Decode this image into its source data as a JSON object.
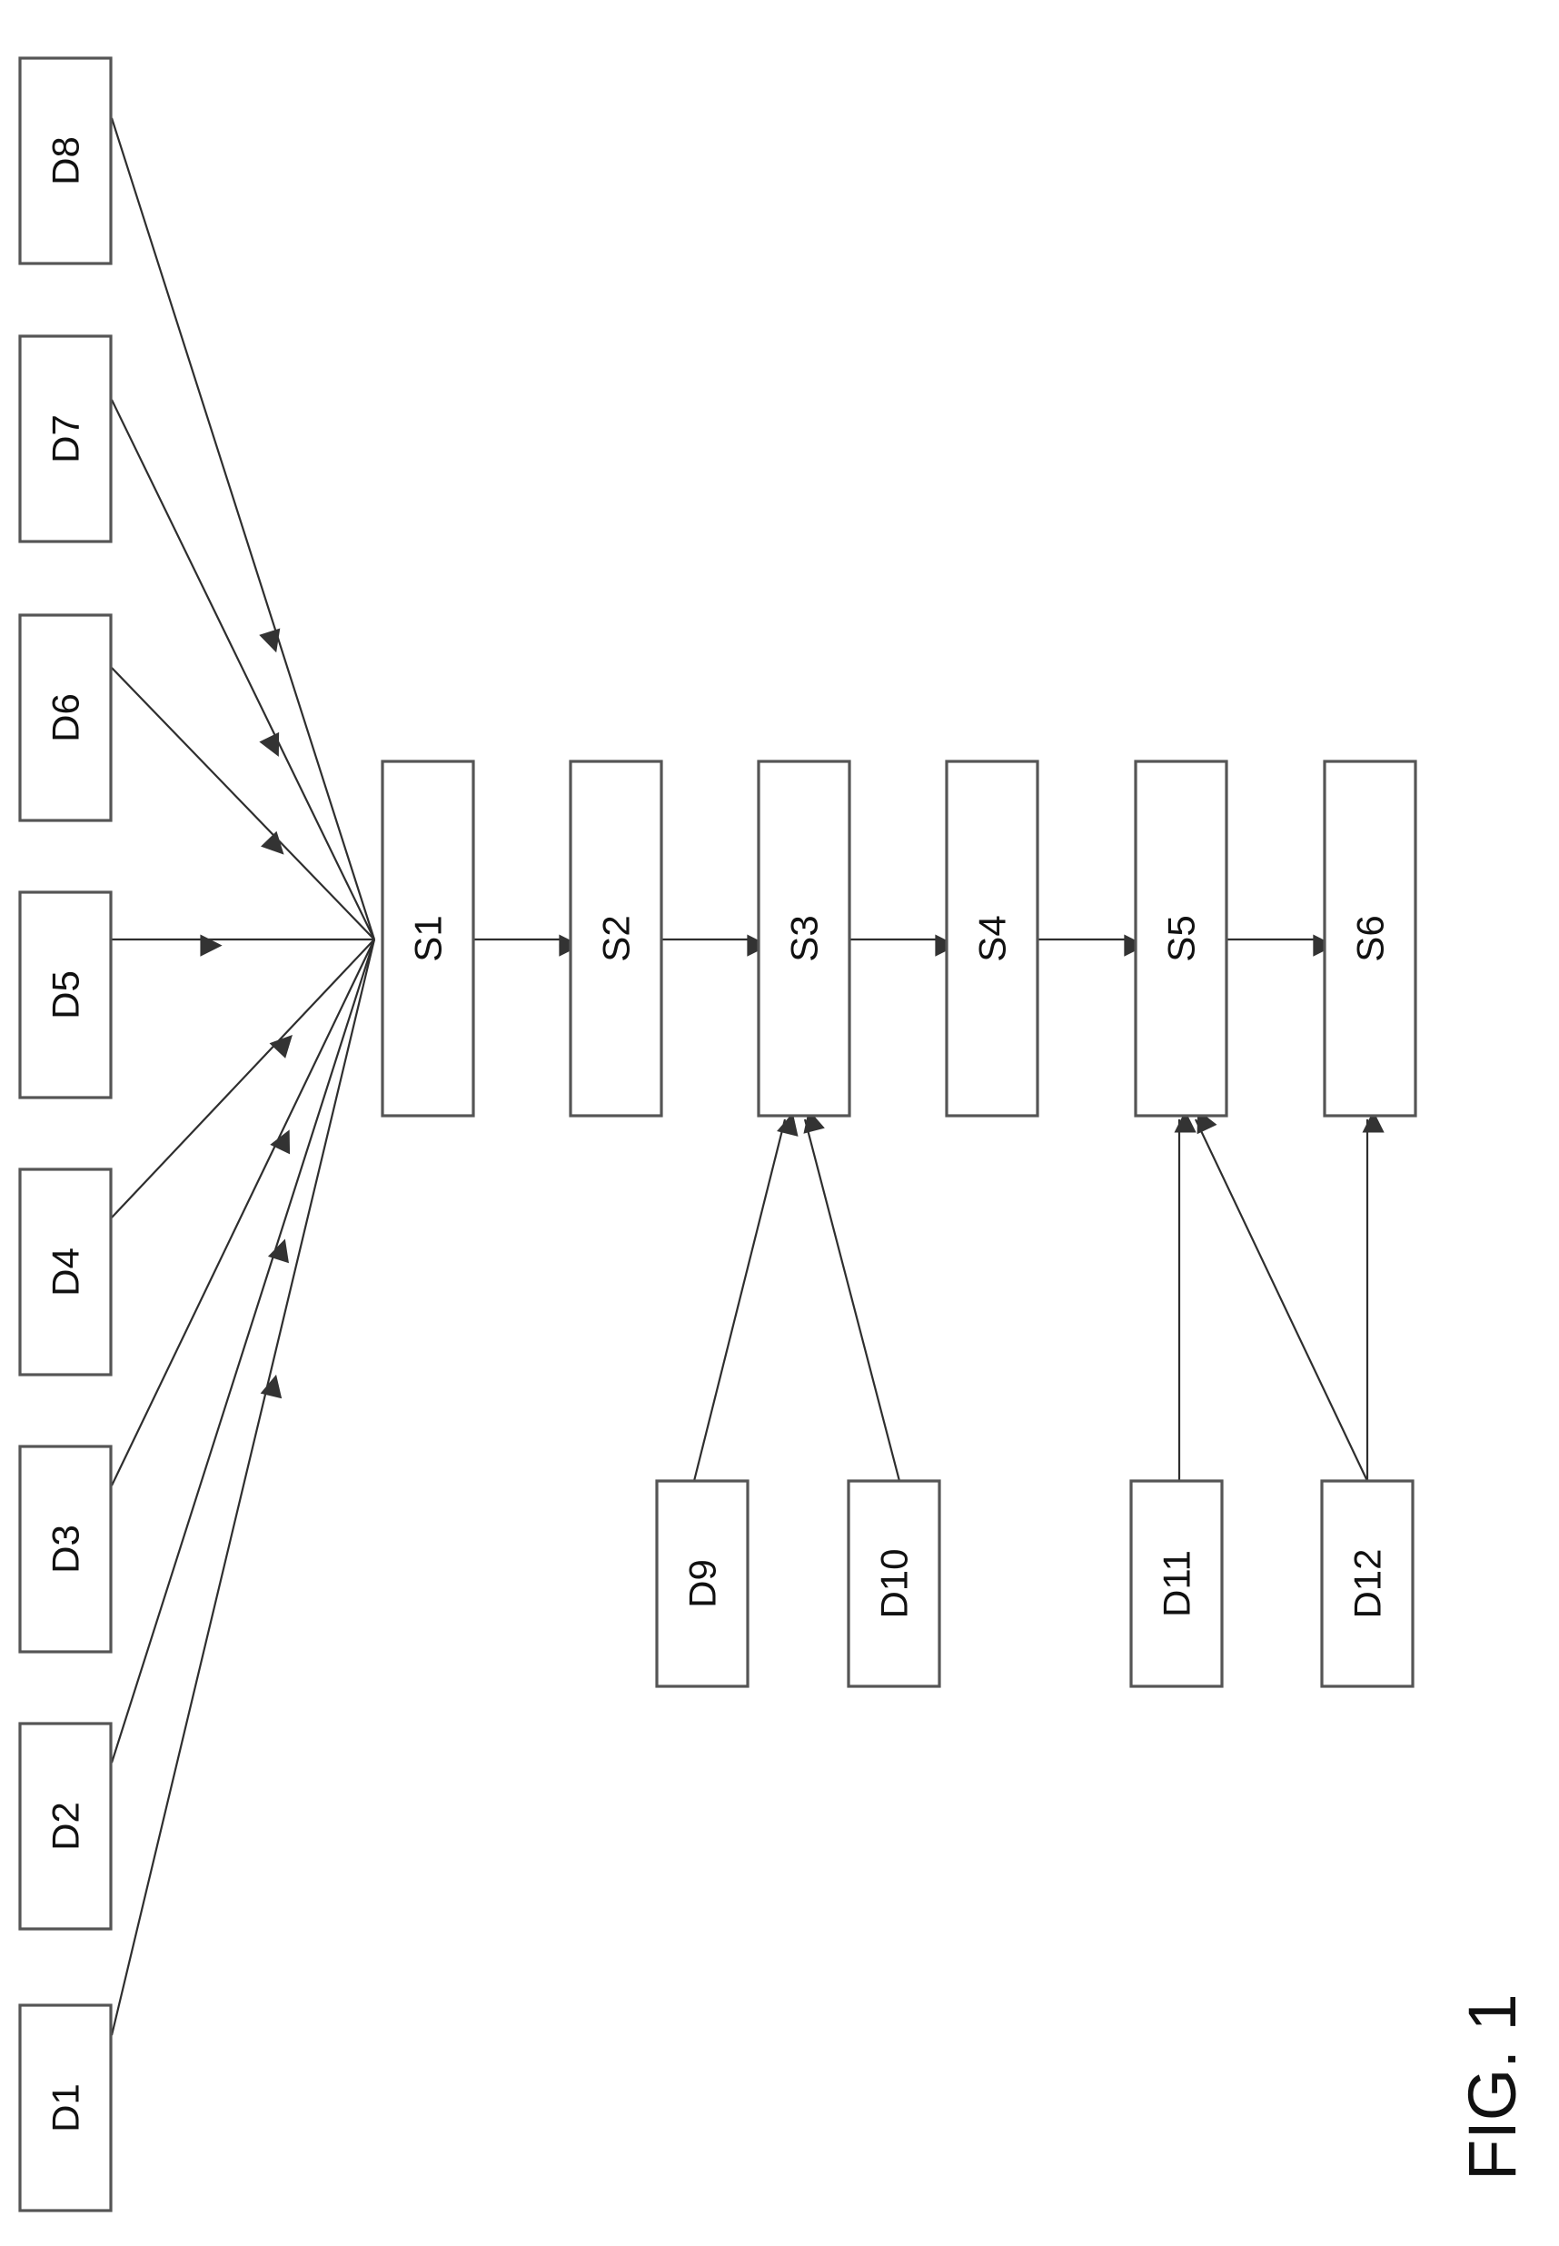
{
  "figure": {
    "caption": "FIG. 1",
    "inputs": [
      "D1",
      "D2",
      "D3",
      "D4",
      "D5",
      "D6",
      "D7",
      "D8",
      "D9",
      "D10",
      "D11",
      "D12"
    ],
    "steps": [
      "S1",
      "S2",
      "S3",
      "S4",
      "S5",
      "S6"
    ],
    "edges": [
      {
        "from": "D1",
        "to": "S1"
      },
      {
        "from": "D2",
        "to": "S1"
      },
      {
        "from": "D3",
        "to": "S1"
      },
      {
        "from": "D4",
        "to": "S1"
      },
      {
        "from": "D5",
        "to": "S1"
      },
      {
        "from": "D6",
        "to": "S1"
      },
      {
        "from": "D7",
        "to": "S1"
      },
      {
        "from": "D8",
        "to": "S1"
      },
      {
        "from": "S1",
        "to": "S2"
      },
      {
        "from": "S2",
        "to": "S3"
      },
      {
        "from": "S3",
        "to": "S4"
      },
      {
        "from": "S4",
        "to": "S5"
      },
      {
        "from": "S5",
        "to": "S6"
      },
      {
        "from": "D9",
        "to": "S3"
      },
      {
        "from": "D10",
        "to": "S3"
      },
      {
        "from": "D11",
        "to": "S5"
      },
      {
        "from": "D12",
        "to": "S5"
      },
      {
        "from": "D12",
        "to": "S6"
      }
    ]
  }
}
